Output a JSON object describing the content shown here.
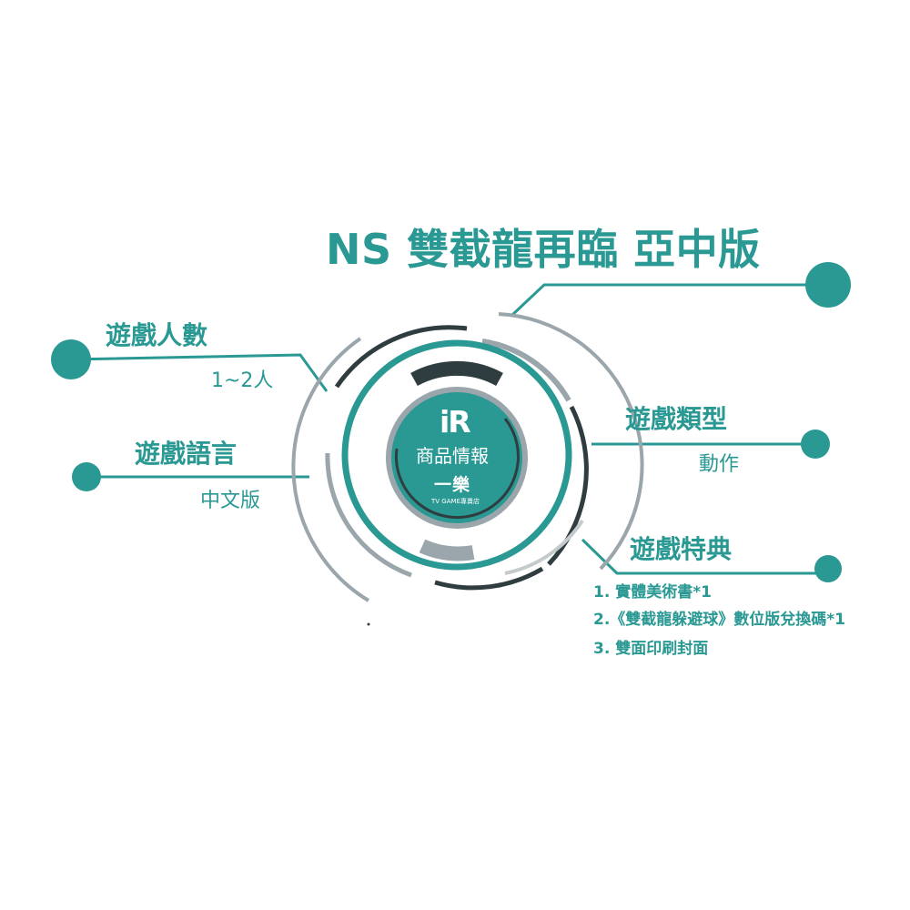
{
  "title": "NS 雙截龍再臨  亞中版",
  "info": {
    "players": {
      "label": "遊戲人數",
      "value": "1~2人"
    },
    "language": {
      "label": "遊戲語言",
      "value": "中文版"
    },
    "genre": {
      "label": "遊戲類型",
      "value": "動作"
    },
    "bonus": {
      "label": "遊戲特典",
      "items": [
        "1. 實體美術書*1",
        "2.《雙截龍躲避球》數位版兌換碼*1",
        "3. 雙面印刷封面"
      ]
    }
  },
  "center": {
    "logo": "iR",
    "title": "商品情報",
    "brand": "一樂",
    "subtitle": "TV GAME專賣店"
  },
  "colors": {
    "teal": "#2a9893",
    "dark": "#2f3d40",
    "gray": "#9aa6ab",
    "light_gray": "#c5cbcd",
    "white": "#ffffff"
  },
  "icons": {
    "bullet_dot": "circle",
    "logo_mark": "iR"
  }
}
